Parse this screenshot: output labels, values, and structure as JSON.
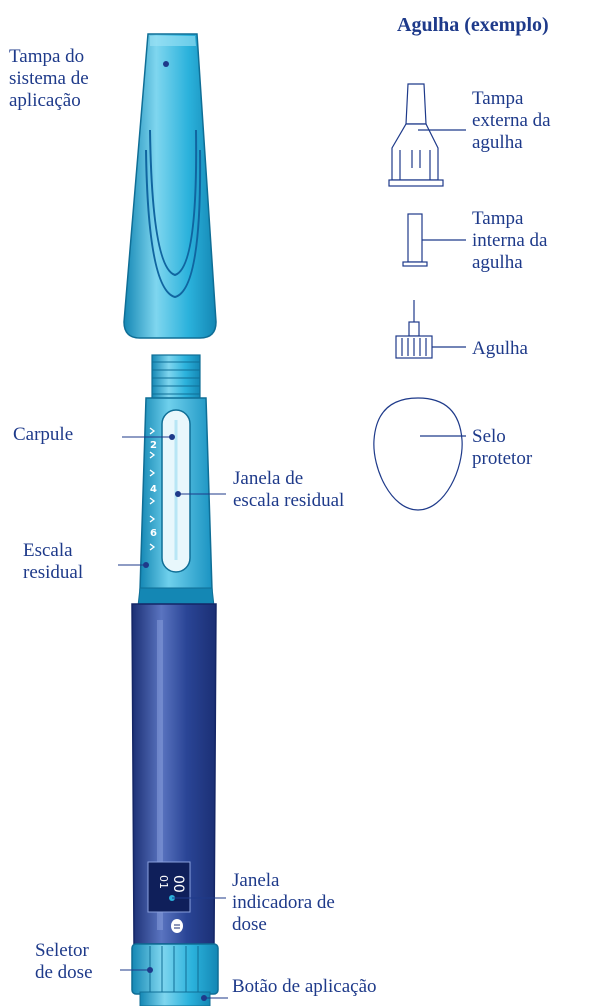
{
  "heading": "Agulha (exemplo)",
  "labels": {
    "cap": "Tampa do\nsistema de\naplicação",
    "cartridge": "Carpule",
    "residual_window": "Janela de\nescala residual",
    "residual_scale": "Escala\nresidual",
    "dose_window": "Janela\nindicadora de\ndose",
    "dose_selector": "Seletor\nde dose",
    "injection_button": "Botão de aplicação"
  },
  "needle_parts": {
    "outer_cap": "Tampa\nexterna da\nagulha",
    "inner_cap": "Tampa\ninterna da\nagulha",
    "needle": "Agulha",
    "seal": "Selo\nprotetor"
  },
  "scale_numbers": [
    "2",
    "4",
    "6"
  ],
  "dose_display": [
    "00",
    "01"
  ],
  "colors": {
    "cyan": "#2bb2dc",
    "cyan_light": "#7fd6ef",
    "cyan_dark": "#1487b4",
    "navy": "#2a4596",
    "navy_light": "#5a74c0",
    "navy_dark": "#1b2f74",
    "text": "#1e3a8a",
    "line": "#1e3a8a"
  }
}
